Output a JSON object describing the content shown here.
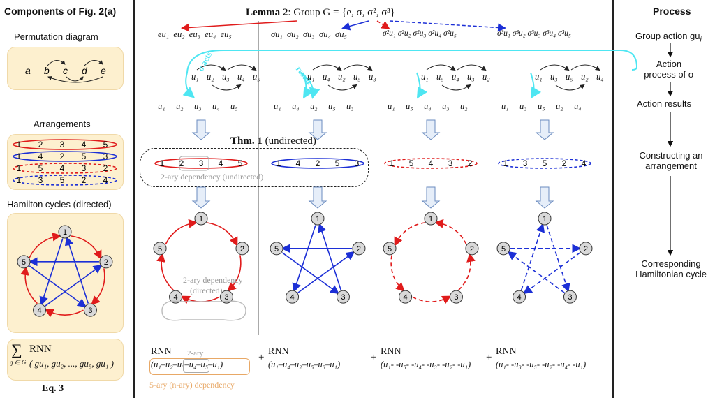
{
  "left": {
    "header": "Components of Fig. 2(a)",
    "perm_label": "Permutation diagram",
    "perm_letters": [
      "a",
      "b",
      "c",
      "d",
      "e"
    ],
    "arr_label": "Arrangements",
    "arr_rows": [
      {
        "seq": [
          "1",
          "2",
          "3",
          "4",
          "5"
        ],
        "color": "#e01b1b",
        "dashed": false
      },
      {
        "seq": [
          "1",
          "4",
          "2",
          "5",
          "3"
        ],
        "color": "#1c2fd6",
        "dashed": false
      },
      {
        "seq": [
          "1",
          "5",
          "4",
          "3",
          "2"
        ],
        "color": "#e01b1b",
        "dashed": true
      },
      {
        "seq": [
          "1",
          "3",
          "5",
          "2",
          "4"
        ],
        "color": "#1c2fd6",
        "dashed": true
      }
    ],
    "ham_label": "Hamilton cycles (directed)",
    "eq_sum": "∑",
    "eq_sub": "g ∈ G",
    "eq_rnn": "RNN",
    "eq_args": "( gu₁, gu₂, ..., gu₅, gu₁ )",
    "eq_label": "Eq. 3"
  },
  "middle": {
    "lemma_bold": "Lemma 2",
    "lemma_rest": ": Group G = {e, σ, σ², σ³}",
    "top_rows": [
      "eu₁  eu₂  eu₃  eu₄  eu₅",
      "σu₁  σu₂  σu₃  σu₄  σu₅",
      "σ²u₁ σ²u₂ σ²u₃ σ²u₄ σ²u₅",
      "σ³u₁ σ³u₂ σ³u₃ σ³u₄ σ³u₅"
    ],
    "sigma_acts": "σ acts",
    "result": "result",
    "process_rows": [
      [
        "u₁",
        "u₂",
        "u₃",
        "u₄",
        "u₅"
      ],
      [
        "u₁",
        "u₄",
        "u₂",
        "u₅",
        "u₃"
      ],
      [
        "u₁",
        "u₅",
        "u₄",
        "u₃",
        "u₂"
      ],
      [
        "u₁",
        "u₃",
        "u₅",
        "u₂",
        "u₄"
      ]
    ],
    "result_rows": [
      [
        "u₁",
        "u₂",
        "u₃",
        "u₄",
        "u₅"
      ],
      [
        "u₁",
        "u₄",
        "u₂",
        "u₅",
        "u₃"
      ],
      [
        "u₁",
        "u₅",
        "u₄",
        "u₃",
        "u₂"
      ],
      [
        "u₁",
        "u₃",
        "u₅",
        "u₂",
        "u₄"
      ]
    ],
    "thm_bold": "Thm. 1",
    "thm_rest": " (undirected)",
    "dep2_undirected": "2-ary dependency (undirected)",
    "dep2_directed_1": "2-ary dependency",
    "dep2_directed_2": "(directed)",
    "node_labels": [
      "1",
      "2",
      "3",
      "4",
      "5"
    ],
    "rnn_terms": [
      {
        "rnn": "RNN",
        "seq": "(u₁–u₂–u₃–u₄–u₅–u₁)"
      },
      {
        "rnn": "RNN",
        "seq": "(u₁–u₄–u₂–u₅–u₃–u₁)"
      },
      {
        "rnn": "RNN",
        "seq": "(u₁- -u₅- -u₄- -u₃- -u₂- -u₁)"
      },
      {
        "rnn": "RNN",
        "seq": "(u₁- -u₃- -u₅- -u₂- -u₄- -u₁)"
      }
    ],
    "plus": "+",
    "two_ary": "2-ary",
    "five_ary": "5-ary (n-ary) dependency"
  },
  "process": {
    "header": "Process",
    "steps": [
      "Group action gu",
      "Action process of σ",
      "Action results",
      "Constructing an arrangement",
      "Corresponding Hamiltonian cycle"
    ],
    "step1_sub": "i"
  },
  "colors": {
    "red": "#e01b1b",
    "blue": "#1c2fd6",
    "cyan": "#4ee6f2",
    "panel": "#fdf0cf",
    "node": "#d9d9d9"
  }
}
